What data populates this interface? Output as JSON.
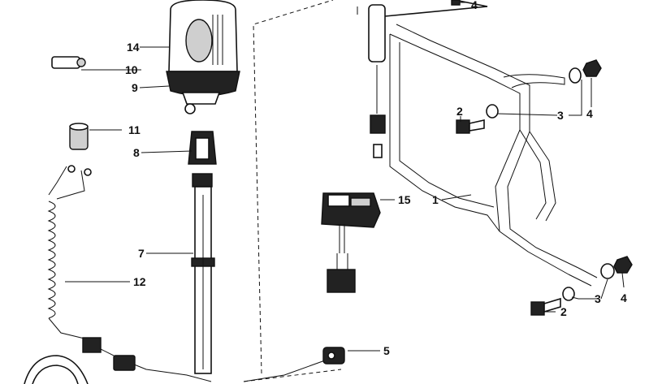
{
  "callouts": {
    "c14": "14",
    "c10": "10",
    "c9": "9",
    "c11": "11",
    "c8": "8",
    "c7": "7",
    "c12": "12",
    "c15": "15",
    "c5": "5",
    "c1": "1",
    "c2a": "2",
    "c3a": "3",
    "c4a": "4",
    "c4top": "4",
    "c3b": "3",
    "c2b": "2",
    "c4b": "4"
  }
}
